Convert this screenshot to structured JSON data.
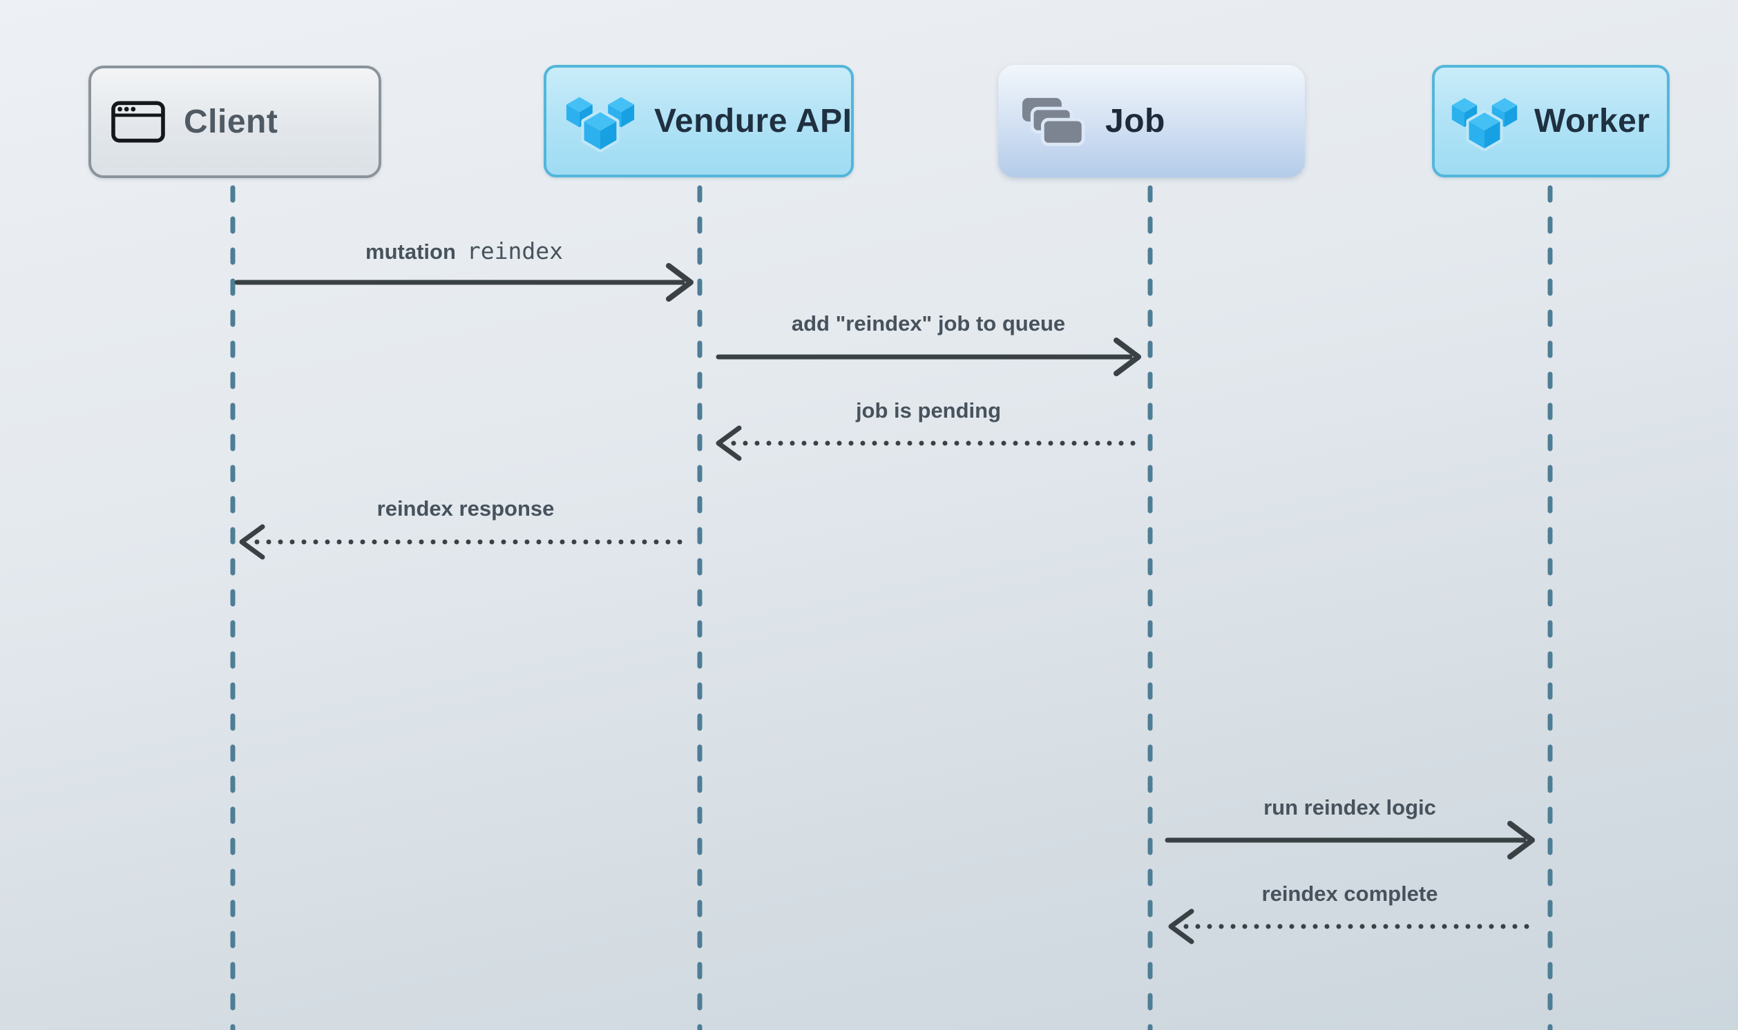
{
  "diagram": {
    "type": "sequence-diagram",
    "actors": {
      "client": {
        "label": "Client",
        "icon": "browser-window-icon"
      },
      "vendure_api": {
        "label": "Vendure API",
        "icon": "vendure-cubes-icon"
      },
      "job": {
        "label": "Job",
        "icon": "stacked-cards-icon"
      },
      "worker": {
        "label": "Worker",
        "icon": "vendure-cubes-icon"
      }
    },
    "messages": {
      "mutation_reindex": {
        "from": "client",
        "to": "vendure_api",
        "label": "mutation",
        "code": "reindex",
        "line": "solid"
      },
      "add_job": {
        "from": "vendure_api",
        "to": "job",
        "label": "add \"reindex\" job to queue",
        "line": "solid"
      },
      "job_pending": {
        "from": "job",
        "to": "vendure_api",
        "label": "job is pending",
        "line": "dotted"
      },
      "reindex_response": {
        "from": "vendure_api",
        "to": "client",
        "label": "reindex response",
        "line": "dotted"
      },
      "run_reindex": {
        "from": "job",
        "to": "worker",
        "label": "run reindex logic",
        "line": "solid"
      },
      "reindex_complete": {
        "from": "worker",
        "to": "job",
        "label": "reindex complete",
        "line": "dotted"
      }
    },
    "colors": {
      "background_top": "#edf0f4",
      "background_bottom": "#ccd6dd",
      "lifeline": "#4e7e96",
      "arrow": "#3a4145",
      "message_text": "#47525c",
      "actor_text_dark": "#1f3040",
      "client_text": "#4f5a64",
      "client_border": "#8b939b",
      "blue_border": "#54b6da",
      "blue_fill": "#b3e3f6",
      "job_fill": "#b4ccea",
      "vendure_blue": "#2cb0ee",
      "card_gray": "#7b8490"
    }
  }
}
